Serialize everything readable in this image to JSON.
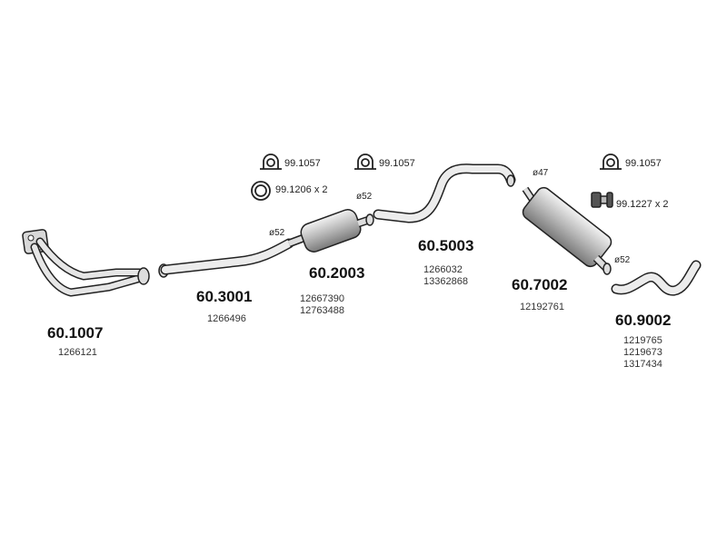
{
  "parts": [
    {
      "id": "downpipe",
      "number": "60.1007",
      "oe": [
        "1266121"
      ]
    },
    {
      "id": "front-pipe",
      "number": "60.3001",
      "oe": [
        "1266496"
      ]
    },
    {
      "id": "front-silencer",
      "number": "60.2003",
      "oe": [
        "12667390",
        "12763488"
      ]
    },
    {
      "id": "middle-pipe",
      "number": "60.5003",
      "oe": [
        "1266032",
        "13362868"
      ]
    },
    {
      "id": "rear-silencer",
      "number": "60.7002",
      "oe": [
        "12192761"
      ]
    },
    {
      "id": "tail-pipe",
      "number": "60.9002",
      "oe": [
        "1219765",
        "1219673",
        "1317434"
      ]
    }
  ],
  "accessories": [
    {
      "id": "clamp-1",
      "icon": "u-clamp-icon",
      "label": "99.1057"
    },
    {
      "id": "ring",
      "icon": "sealing-ring-icon",
      "label": "99.1206 x 2"
    },
    {
      "id": "clamp-2",
      "icon": "u-clamp-icon",
      "label": "99.1057"
    },
    {
      "id": "clamp-3",
      "icon": "u-clamp-icon",
      "label": "99.1057"
    },
    {
      "id": "rubber-mount",
      "icon": "rubber-mount-icon",
      "label": "99.1227 x 2"
    }
  ],
  "diameters": {
    "front_silencer_in": "ø52",
    "front_silencer_out": "ø52",
    "rear_silencer_in": "ø47",
    "rear_silencer_out": "ø52"
  }
}
